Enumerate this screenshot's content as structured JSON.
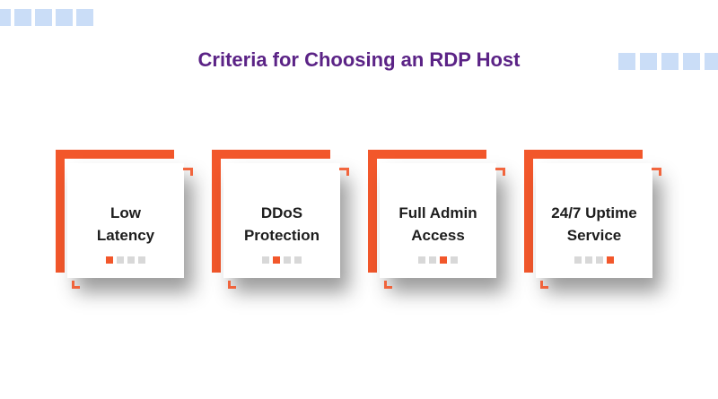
{
  "title": "Criteria for Choosing an RDP Host",
  "colors": {
    "title_purple": "#5B2386",
    "accent_orange": "#F2572B",
    "decor_blue": "#CADDF7",
    "dot_inactive": "#D8D8D8",
    "card_text": "#1D1D1D",
    "background": "#FFFFFF"
  },
  "decor": {
    "top_left_count": 5,
    "right_count": 5
  },
  "cards": [
    {
      "label": "Low Latency",
      "line1": "Low",
      "line2": "Latency",
      "dots": 4,
      "active_dot": 0
    },
    {
      "label": "DDoS Protection",
      "line1": "DDoS",
      "line2": "Protection",
      "dots": 4,
      "active_dot": 1
    },
    {
      "label": "Full Admin Access",
      "line1": "Full Admin",
      "line2": "Access",
      "dots": 4,
      "active_dot": 2
    },
    {
      "label": "24/7 Uptime Service",
      "line1": "24/7 Uptime",
      "line2": "Service",
      "dots": 4,
      "active_dot": 3
    }
  ]
}
